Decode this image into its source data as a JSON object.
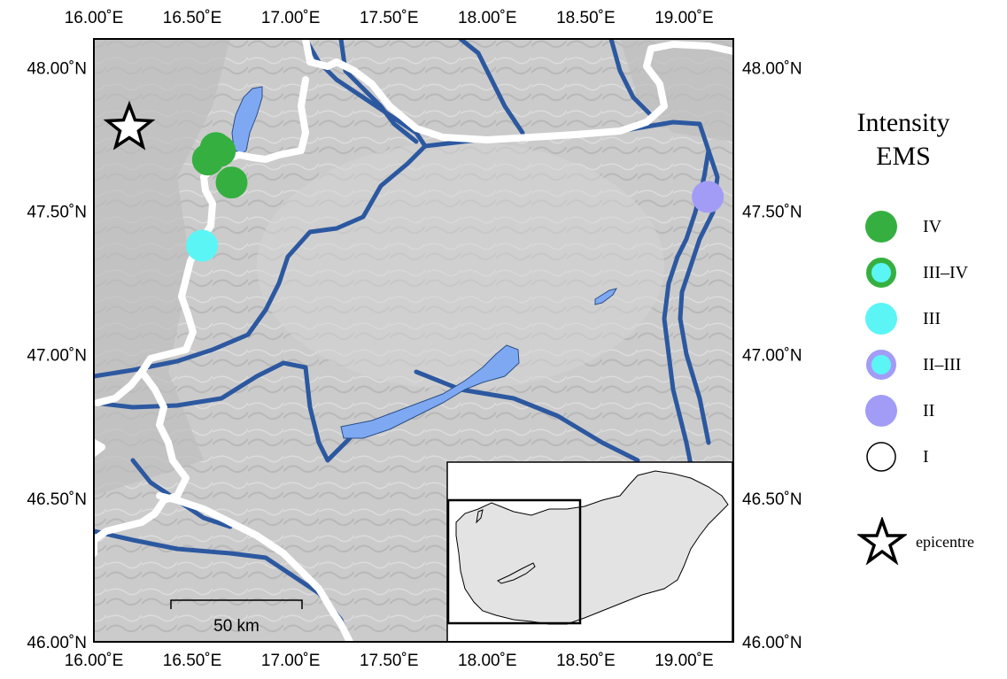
{
  "map": {
    "lon_ticks": [
      "16.00˚E",
      "16.50˚E",
      "17.00˚E",
      "17.50˚E",
      "18.00˚E",
      "18.50˚E",
      "19.00˚E"
    ],
    "lat_ticks": [
      "48.00˚N",
      "47.50˚N",
      "47.00˚N",
      "46.50˚N",
      "46.00˚N"
    ],
    "lon_range": [
      16.0,
      19.25
    ],
    "lat_range": [
      46.0,
      48.1
    ],
    "scale_bar_label": "50 km",
    "epicentre": {
      "lon": 16.18,
      "lat": 47.79
    },
    "observations": [
      {
        "lon": 16.62,
        "lat": 47.72,
        "intensity": "IV"
      },
      {
        "lon": 16.64,
        "lat": 47.71,
        "intensity": "IV"
      },
      {
        "lon": 16.58,
        "lat": 47.68,
        "intensity": "IV"
      },
      {
        "lon": 16.7,
        "lat": 47.6,
        "intensity": "IV"
      },
      {
        "lon": 16.55,
        "lat": 47.38,
        "intensity": "III"
      },
      {
        "lon": 19.12,
        "lat": 47.55,
        "intensity": "II"
      }
    ],
    "colors": {
      "relief": "#c9c9c9",
      "river": "#2c58a0",
      "lake": "#7ea9f2",
      "border": "#ffffff",
      "inset_fill": "#e3e3e3"
    }
  },
  "legend": {
    "title_line1": "Intensity",
    "title_line2": "EMS",
    "items": [
      {
        "label": "IV",
        "fill": "#35b040",
        "ring": "#35b040"
      },
      {
        "label": "III–IV",
        "fill": "#5cf5f5",
        "ring": "#35b040"
      },
      {
        "label": "III",
        "fill": "#5cf5f5",
        "ring": "#5cf5f5"
      },
      {
        "label": "II–III",
        "fill": "#5cf5f5",
        "ring": "#a29cf7"
      },
      {
        "label": "II",
        "fill": "#a29cf7",
        "ring": "#a29cf7"
      },
      {
        "label": "I",
        "fill": "#ffffff",
        "ring": "#000000"
      }
    ],
    "epicentre_label": "epicentre"
  }
}
